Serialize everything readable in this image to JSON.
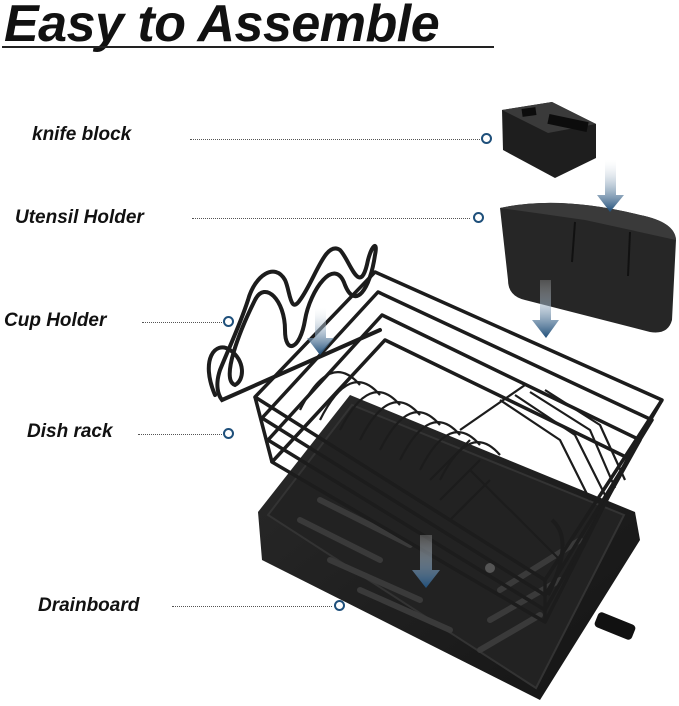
{
  "title": "Easy to Assemble",
  "labels": {
    "knife_block": "knife block",
    "utensil_holder": "Utensil Holder",
    "cup_holder": "Cup Holder",
    "dish_rack": "Dish rack",
    "drainboard": "Drainboard"
  },
  "icons": {
    "arrow": "down-arrow-icon",
    "callout": "callout-dot-icon"
  },
  "colors": {
    "product": "#1c1c1c",
    "arrow": "#1f4e79",
    "callout": "#1e4f7a"
  }
}
